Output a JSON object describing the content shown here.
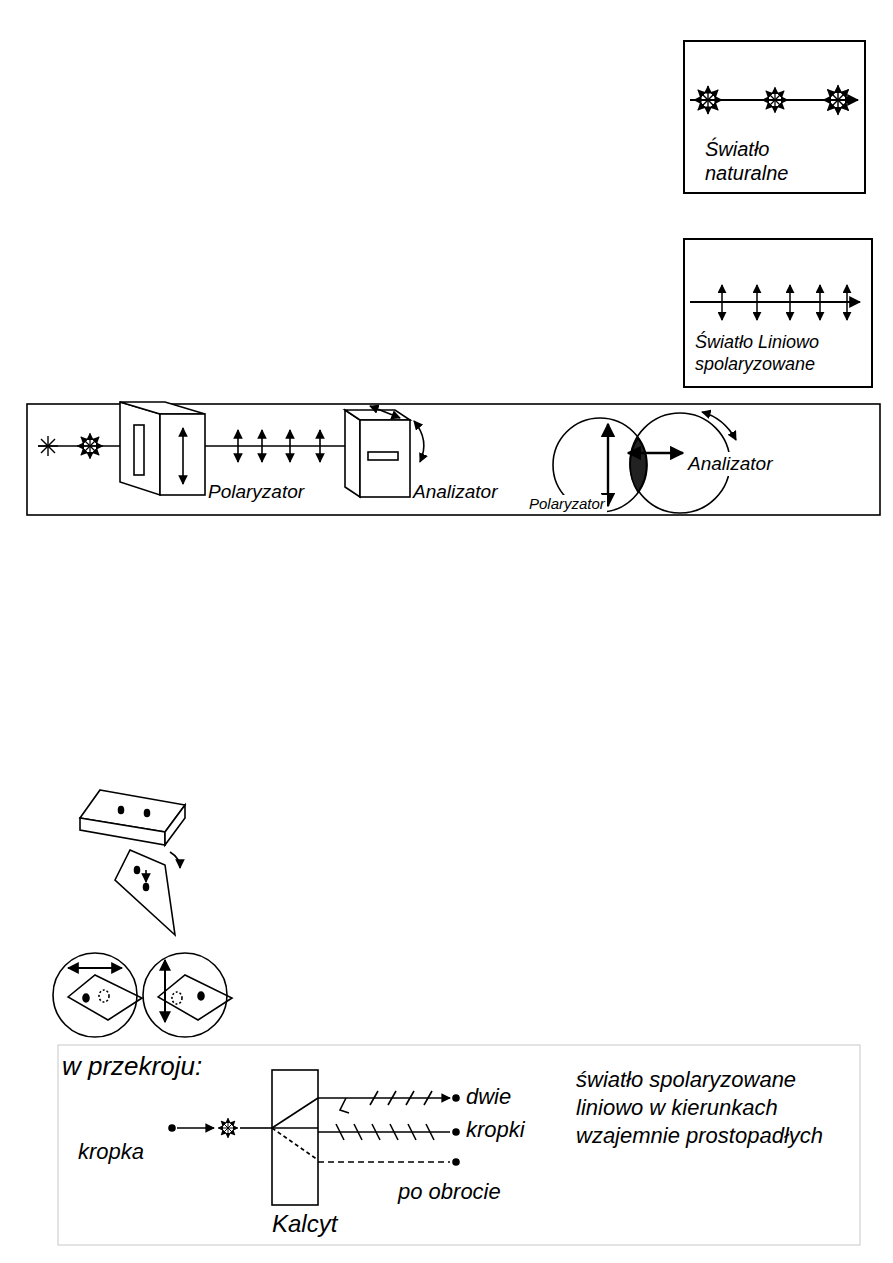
{
  "diagram": {
    "nodes": [
      {
        "text": [
          "Światło naturalne"
        ]
      },
      {
        "text": [
          "Światło Liniowo spolaryzowane"
        ]
      }
    ],
    "labels": [
      "Polaryzator",
      "Analizator",
      "Analizator",
      "Polaryzator",
      "w przekroju:",
      "kropka",
      "dwie kropki",
      "po obrocie",
      "Kalcyt",
      "światło spolaryzowane liniowo w kierunkach wzajemnie prostopadłych"
    ]
  }
}
